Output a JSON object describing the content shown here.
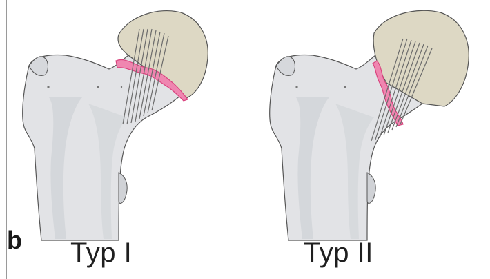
{
  "figure": {
    "panel_letter": "b",
    "captions": [
      "Typ I",
      "Typ II"
    ],
    "colors": {
      "bone": "#e2e3e6",
      "bone_shade": "#bfc2c7",
      "femoral_head": "#ddd8c4",
      "fracture_line": "#e65b92",
      "screws": "#6b6b6b",
      "outline": "#4a4a4a"
    }
  }
}
